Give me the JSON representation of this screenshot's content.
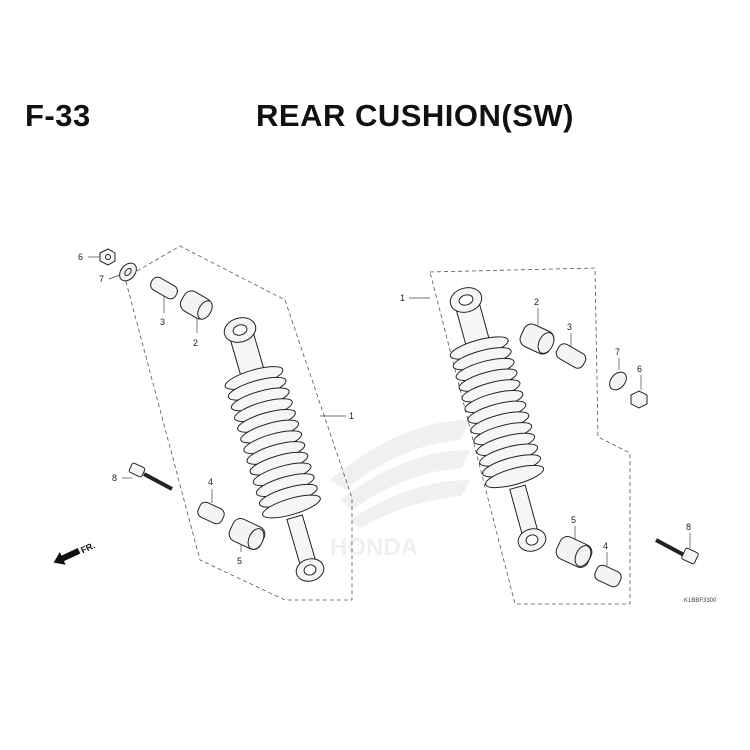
{
  "header": {
    "code": "F-33",
    "title": "REAR CUSHION(SW)"
  },
  "direction_label": "FR.",
  "watermark": "HONDA",
  "diagram_ref": "K1BBF3300",
  "callouts": {
    "left": [
      "6",
      "7",
      "3",
      "2",
      "1",
      "8",
      "4",
      "5"
    ],
    "right": [
      "1",
      "2",
      "3",
      "7",
      "6",
      "5",
      "4",
      "8"
    ]
  }
}
